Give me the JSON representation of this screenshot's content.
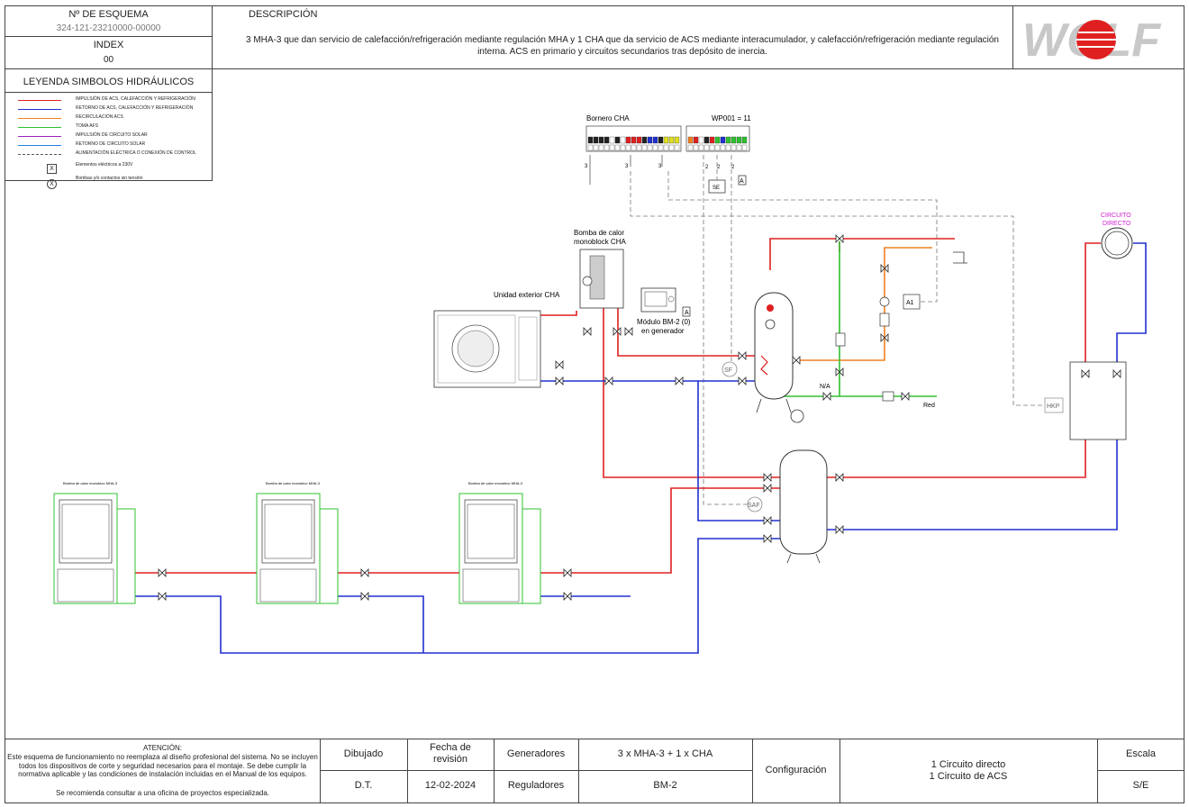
{
  "header": {
    "scheme_label": "Nº DE ESQUEMA",
    "scheme_number": "324-121-23210000-00000",
    "index_label": "INDEX",
    "index_value": "00",
    "desc_label": "DESCRIPCIÓN",
    "desc_text": "3 MHA-3 que dan servicio de calefacción/refrigeración mediante regulación MHA y 1 CHA que da servicio de ACS mediante interacumulador, y calefacción/refrigeración mediante regulación interna. ACS en primario y circuitos secundarios tras depósito de inercia.",
    "logo_text": "WOLF"
  },
  "legend": {
    "title": "LEYENDA SIMBOLOS HIDRÁULICOS",
    "items": [
      {
        "label": "IMPULSIÓN DE ACS, CALEFACCIÓN Y REFRIGERACIÓN",
        "color": "#e02020",
        "style": "solid"
      },
      {
        "label": "RETORNO DE ACS, CALEFACCIÓN Y REFRIGERACIÓN",
        "color": "#2030d0",
        "style": "solid"
      },
      {
        "label": "RECIRCULACIÓN ACS",
        "color": "#f08020",
        "style": "solid"
      },
      {
        "label": "TOMA AFS",
        "color": "#30c030",
        "style": "solid"
      },
      {
        "label": "IMPULSIÓN DE CIRCUITO SOLAR",
        "color": "#a020c0",
        "style": "solid"
      },
      {
        "label": "RETORNO DE CIRCUITO SOLAR",
        "color": "#2080e0",
        "style": "solid"
      },
      {
        "label": "ALIMENTACIÓN ELÉCTRICA O CONEXIÓN DE CONTROL",
        "color": "#555555",
        "style": "dashed"
      },
      {
        "label": "Elementos eléctricos a 230V",
        "symbol": "X"
      },
      {
        "label": "Bombas y/o contactos sin tensión",
        "symbol": "X"
      }
    ]
  },
  "diagram": {
    "bornero_cha": "Bornero CHA",
    "wp001": "WP001 = 11",
    "bomba_calor": "Bomba de calor monoblock CHA",
    "unidad_exterior": "Unidad exterior CHA",
    "modulo_bm2": "Módulo BM-2 (0) en generador",
    "circuito_directo": "CIRCUITO DIRECTO",
    "na": "N/A",
    "red": "Red",
    "sf": "SF",
    "saf": "SAF",
    "hkp": "HKP",
    "a1": "A1",
    "a_label": "A",
    "se": "SE",
    "mha_unit": "Bomba de calor monobloc MHA-3",
    "mha_side": "Bomba de calor monobloc MHA-3"
  },
  "footer": {
    "attention_title": "ATENCIÓN:",
    "attention_text": "Este esquema de funcionamiento no reemplaza al diseño profesional del sistema. No se incluyen todos los dispositivos de corte y seguridad necesarios para el montaje. Se debe cumplir la normativa aplicable y las condiciones de instalación incluidas en el Manual de los equipos.",
    "attention_note": "Se recomienda consultar a una oficina de proyectos especializada.",
    "dibujado_label": "Dibujado",
    "dibujado_value": "D.T.",
    "fecha_label": "Fecha de revisión",
    "fecha_value": "12-02-2024",
    "generadores_label": "Generadores",
    "generadores_value": "3 x MHA-3 + 1 x CHA",
    "reguladores_label": "Reguladores",
    "reguladores_value": "BM-2",
    "configuracion_label": "Configuración",
    "configuracion_value1": "1 Circuito directo",
    "configuracion_value2": "1 Circuito de ACS",
    "escala_label": "Escala",
    "escala_value": "S/E"
  }
}
